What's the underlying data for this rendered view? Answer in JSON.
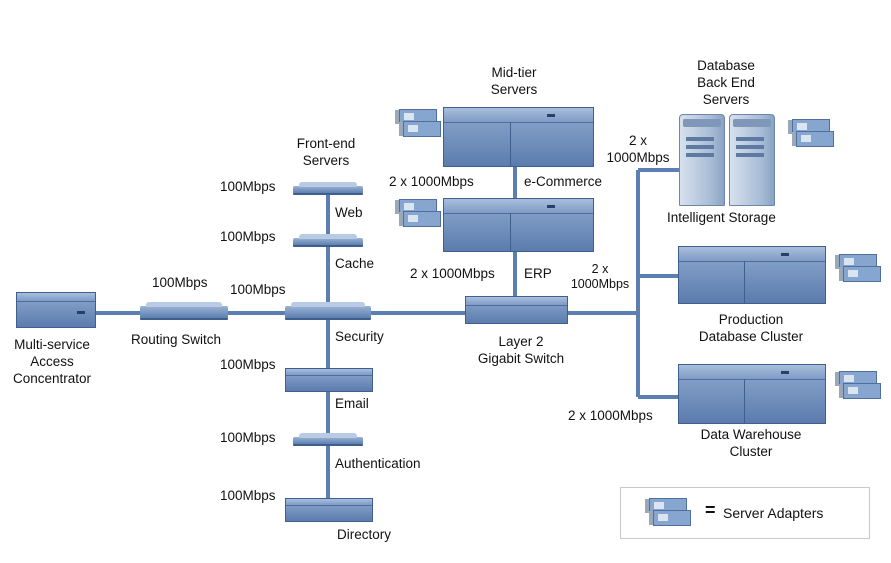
{
  "labels": {
    "mid_tier": "Mid-tier\nServers",
    "front_end": "Front-end\nServers",
    "db_back_end": "Database\nBack End\nServers",
    "multi_service": "Multi-service\nAccess\nConcentrator",
    "routing_switch": "Routing Switch",
    "security": "Security",
    "layer2": "Layer 2\nGigabit Switch",
    "web": "Web",
    "cache": "Cache",
    "email": "Email",
    "authentication": "Authentication",
    "directory": "Directory",
    "ecommerce": "e-Commerce",
    "erp": "ERP",
    "intelligent_storage": "Intelligent Storage",
    "production_db": "Production\nDatabase Cluster",
    "data_warehouse": "Data Warehouse\nCluster"
  },
  "speeds": {
    "web": "100Mbps",
    "cache": "100Mbps",
    "routing": "100Mbps",
    "security": "100Mbps",
    "email": "100Mbps",
    "authentication": "100Mbps",
    "directory": "100Mbps",
    "ecommerce": "2 x 1000Mbps",
    "erp": "2 x 1000Mbps",
    "layer2_uplink": "2 x\n1000Mbps",
    "intelligent_storage": "2 x\n1000Mbps",
    "data_warehouse": "2 x 1000Mbps"
  },
  "legend": {
    "equals": "=",
    "text": "Server Adapters"
  },
  "colors": {
    "link": "#5b7fb0",
    "device": "#7a98c4"
  }
}
